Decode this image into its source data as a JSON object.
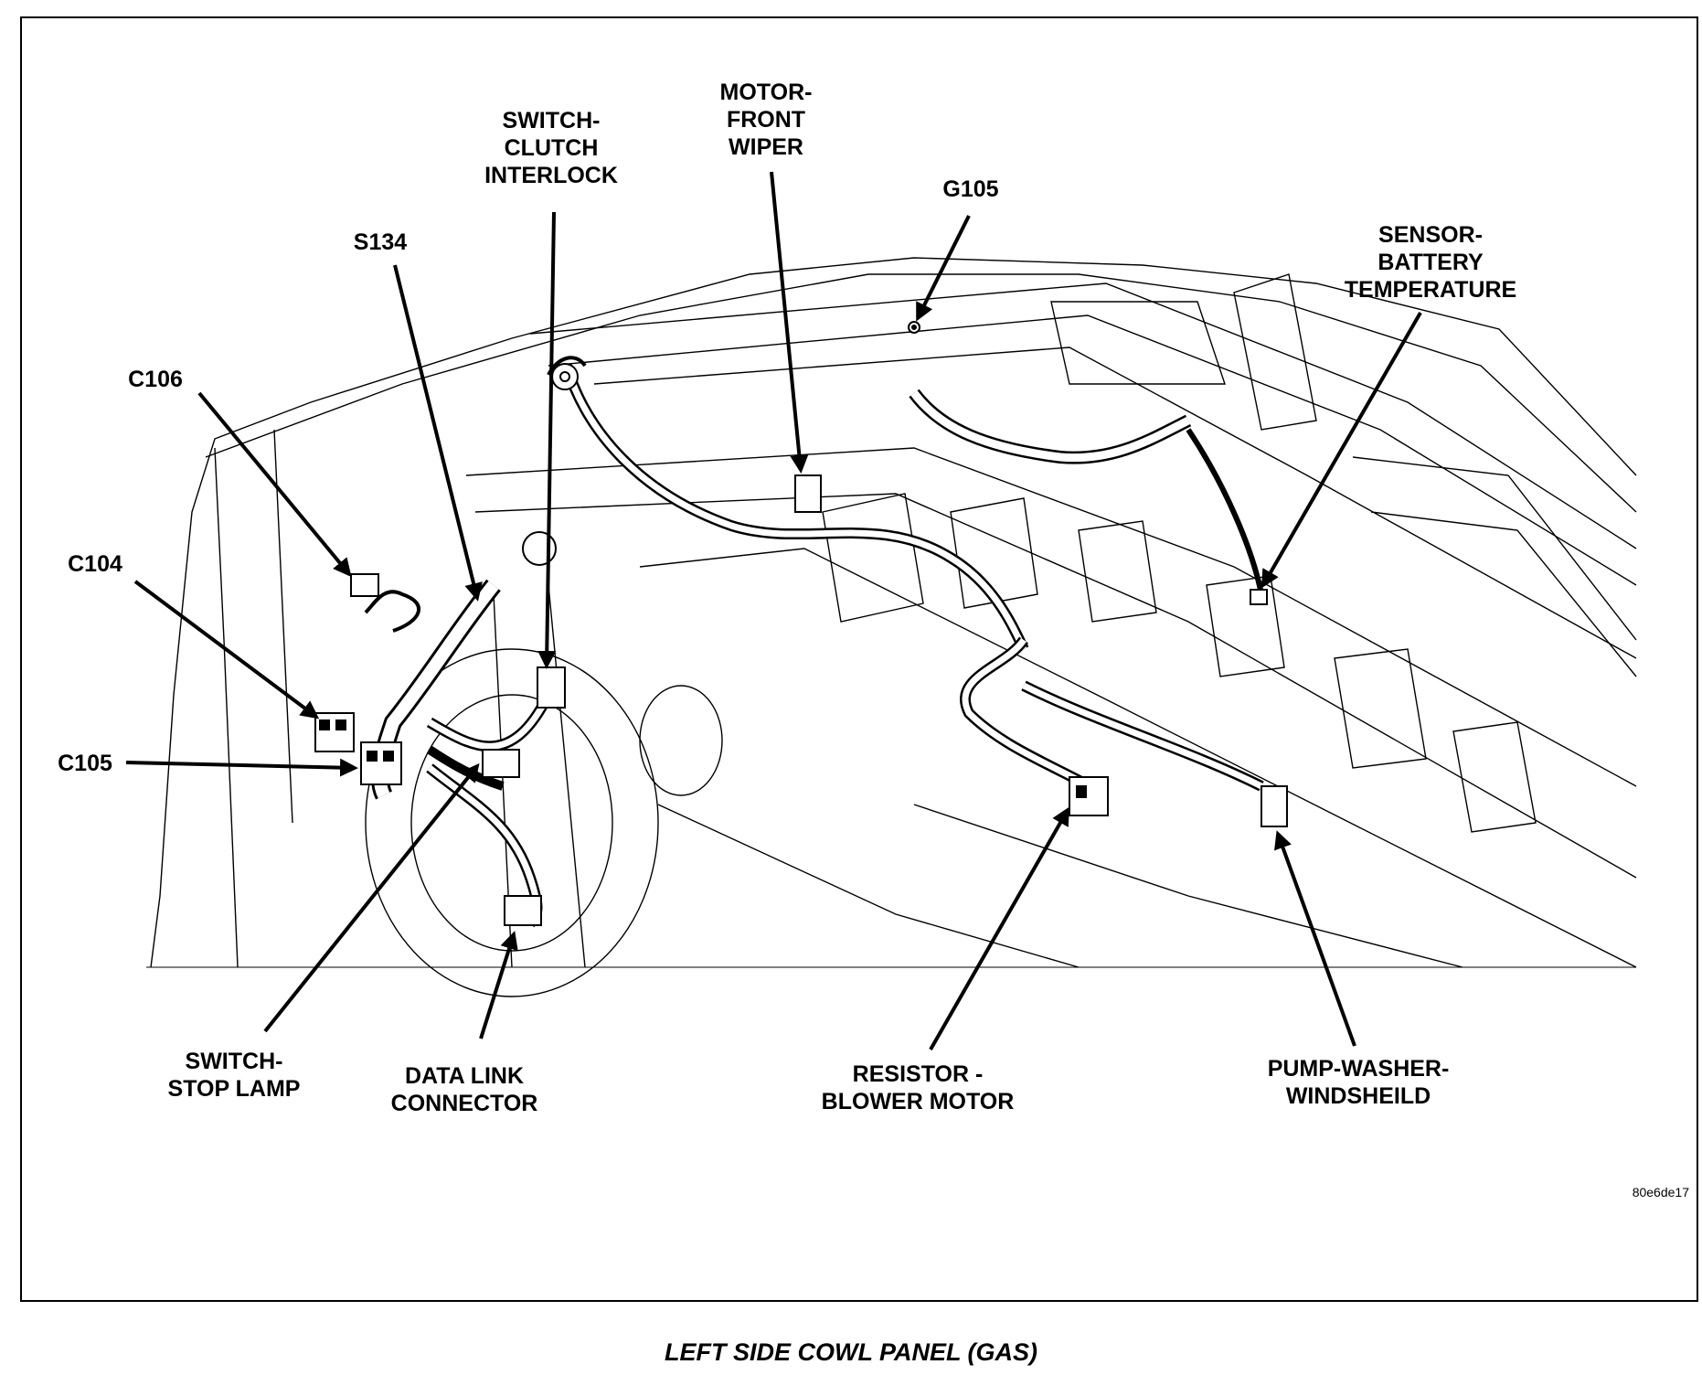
{
  "labels": {
    "s134": [
      "S134"
    ],
    "switch_clutch_interlock": [
      "SWITCH-",
      "CLUTCH",
      "INTERLOCK"
    ],
    "motor_front_wiper": [
      "MOTOR-",
      "FRONT",
      "WIPER"
    ],
    "g105": [
      "G105"
    ],
    "sensor_battery_temperature": [
      "SENSOR-",
      "BATTERY",
      "TEMPERATURE"
    ],
    "c106": [
      "C106"
    ],
    "c104": [
      "C104"
    ],
    "c105": [
      "C105"
    ],
    "switch_stop_lamp": [
      "SWITCH-",
      "STOP LAMP"
    ],
    "data_link_connector": [
      "DATA LINK",
      "CONNECTOR"
    ],
    "resistor_blower_motor": [
      "RESISTOR -",
      "BLOWER MOTOR"
    ],
    "pump_washer_windsheild": [
      "PUMP-WASHER-",
      "WINDSHEILD"
    ]
  },
  "figure_code": "80e6de17",
  "caption": "LEFT SIDE COWL PANEL (GAS)"
}
